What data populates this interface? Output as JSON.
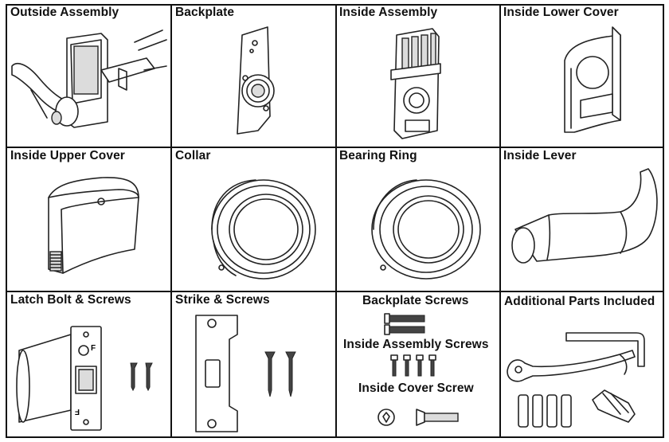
{
  "cells": {
    "outside_assembly": "Outside Assembly",
    "backplate": "Backplate",
    "inside_assembly": "Inside Assembly",
    "inside_lower_cover": "Inside Lower Cover",
    "inside_upper_cover": "Inside Upper Cover",
    "collar": "Collar",
    "bearing_ring": "Bearing Ring",
    "inside_lever": "Inside Lever",
    "latch_bolt": "Latch Bolt & Screws",
    "strike": "Strike & Screws",
    "backplate_screws": "Backplate Screws",
    "inside_assembly_screws": "Inside Assembly Screws",
    "inside_cover_screw": "Inside Cover Screw",
    "additional_parts": "Additional Parts Included"
  },
  "latch_marks": {
    "top": "F",
    "bottom": "F"
  }
}
